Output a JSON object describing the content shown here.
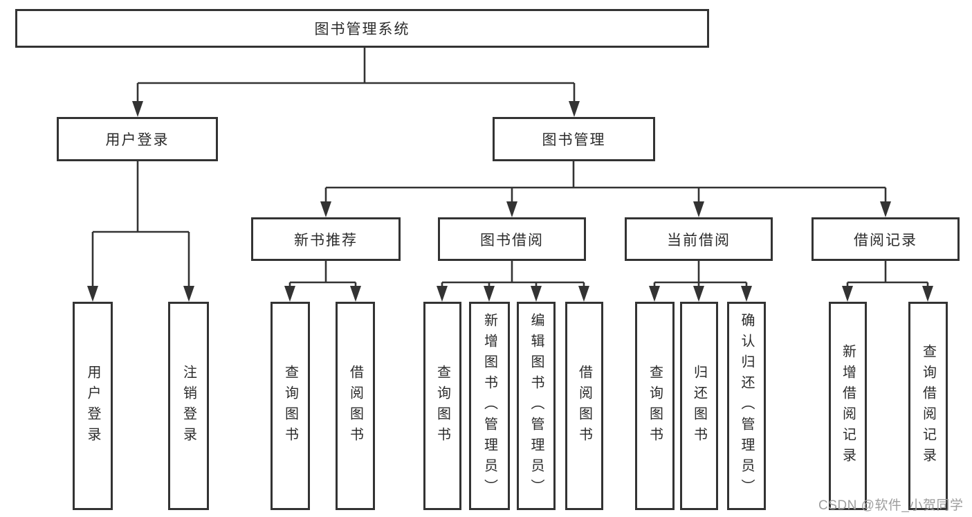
{
  "diagram": {
    "title": "图书管理系统",
    "watermark": "CSDN @软件_小贺同学",
    "colors": {
      "background": "#ffffff",
      "line": "#333333",
      "box_border": "#333333",
      "text": "#2b2b2b",
      "watermark": "#9e9e9e"
    },
    "nodes": {
      "root": {
        "label": "图书管理系统"
      },
      "user_login": {
        "label": "用户登录"
      },
      "book_mgmt": {
        "label": "图书管理"
      },
      "new_book_rec": {
        "label": "新书推荐"
      },
      "book_borrow": {
        "label": "图书借阅"
      },
      "current_borrow": {
        "label": "当前借阅"
      },
      "borrow_records": {
        "label": "借阅记录"
      },
      "leaf_user_login": {
        "label": "用户登录"
      },
      "leaf_logout": {
        "label": "注销登录"
      },
      "leaf_query_book_a": {
        "label": "查询图书"
      },
      "leaf_borrow_book_a": {
        "label": "借阅图书"
      },
      "leaf_query_book_b": {
        "label": "查询图书"
      },
      "leaf_add_book": {
        "label": "新增图书（管理员）"
      },
      "leaf_edit_book": {
        "label": "编辑图书（管理员）"
      },
      "leaf_borrow_book_b": {
        "label": "借阅图书"
      },
      "leaf_query_book_c": {
        "label": "查询图书"
      },
      "leaf_return_book": {
        "label": "归还图书"
      },
      "leaf_confirm_return": {
        "label": "确认归还（管理员）"
      },
      "leaf_add_borrow_record": {
        "label": "新增借阅记录"
      },
      "leaf_query_borrow_record": {
        "label": "查询借阅记录"
      }
    },
    "structure": [
      {
        "parent": "图书管理系统",
        "children": [
          "用户登录",
          "图书管理"
        ]
      },
      {
        "parent": "用户登录",
        "children": [
          "用户登录",
          "注销登录"
        ]
      },
      {
        "parent": "图书管理",
        "children": [
          "新书推荐",
          "图书借阅",
          "当前借阅",
          "借阅记录"
        ]
      },
      {
        "parent": "新书推荐",
        "children": [
          "查询图书",
          "借阅图书"
        ]
      },
      {
        "parent": "图书借阅",
        "children": [
          "查询图书",
          "新增图书（管理员）",
          "编辑图书（管理员）",
          "借阅图书"
        ]
      },
      {
        "parent": "当前借阅",
        "children": [
          "查询图书",
          "归还图书",
          "确认归还（管理员）"
        ]
      },
      {
        "parent": "借阅记录",
        "children": [
          "新增借阅记录",
          "查询借阅记录"
        ]
      }
    ]
  }
}
